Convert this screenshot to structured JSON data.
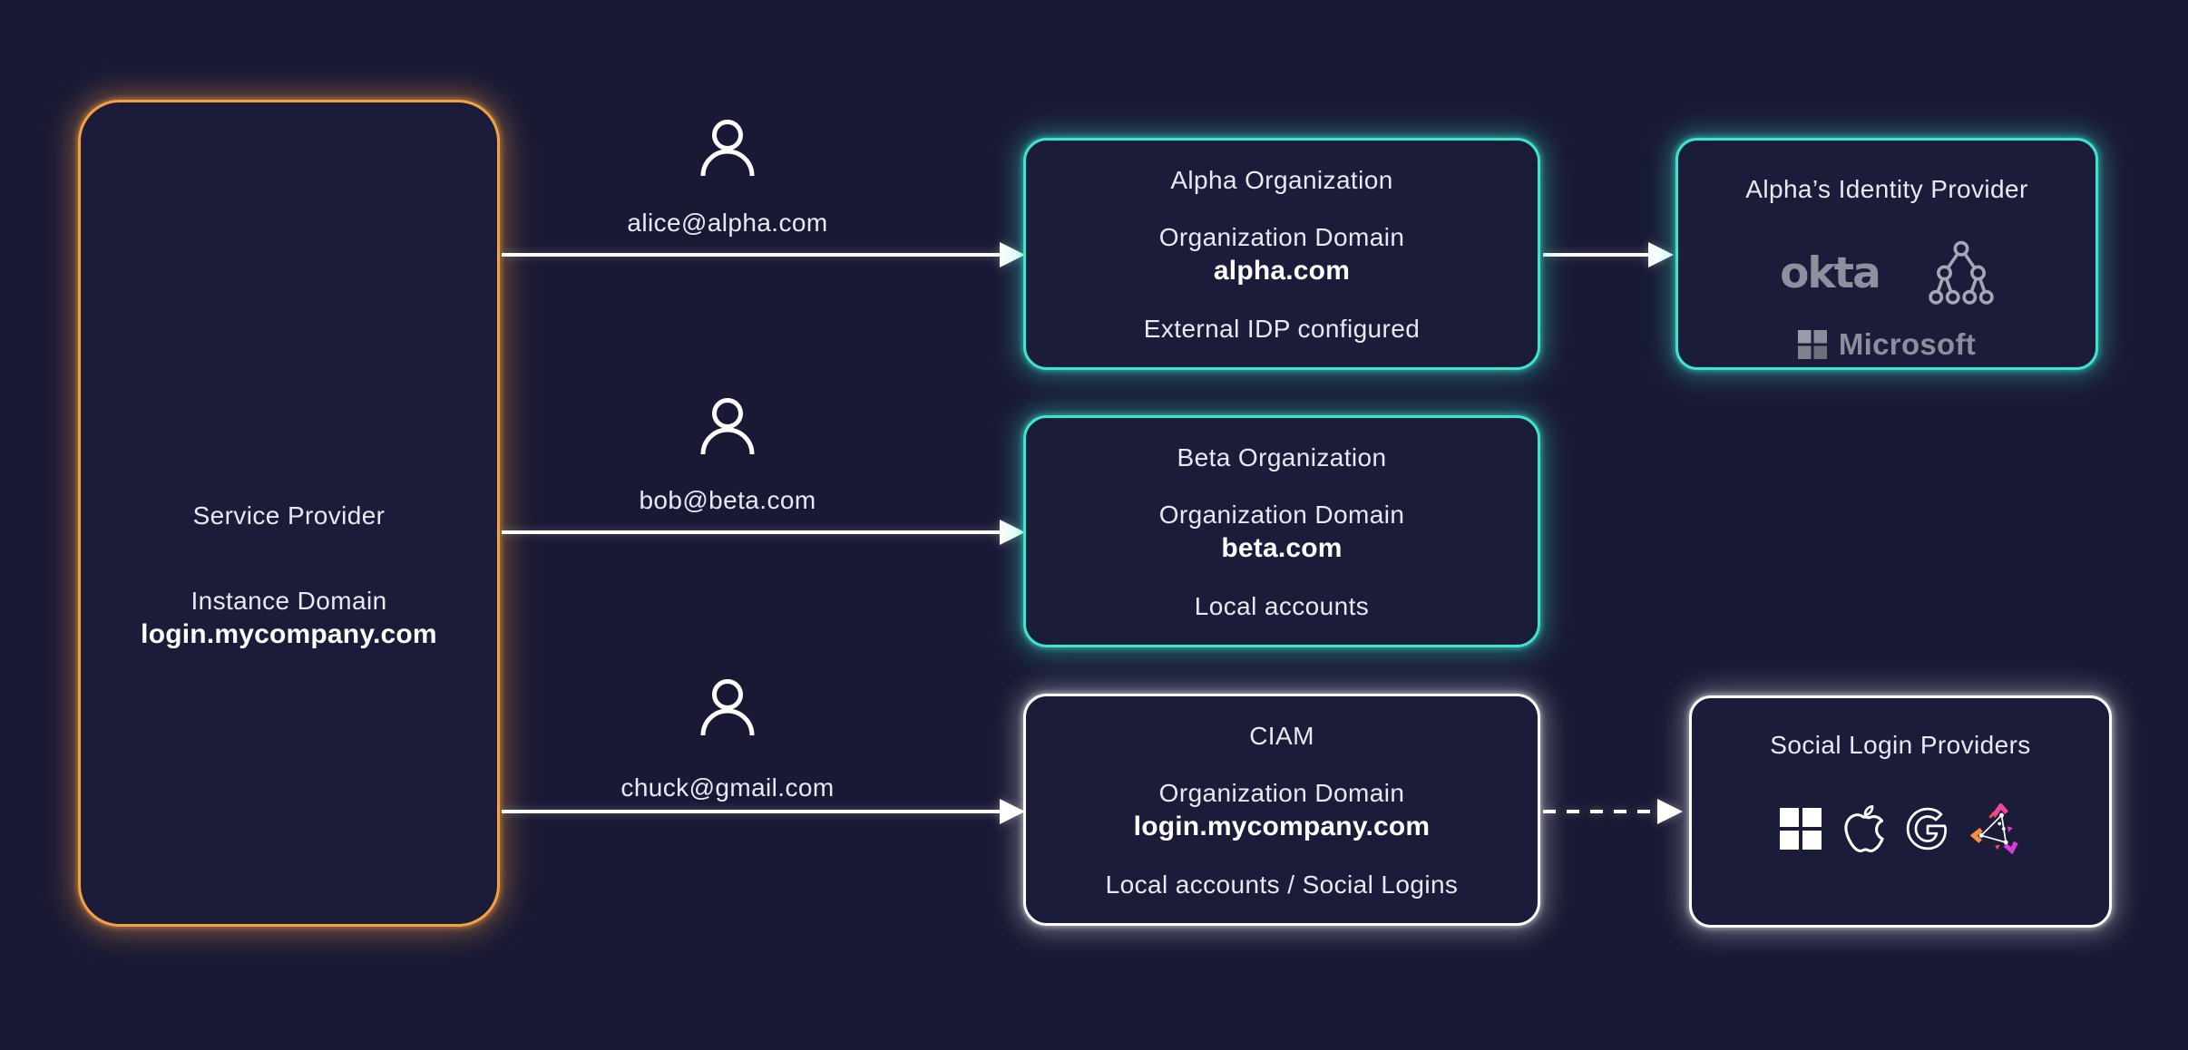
{
  "colors": {
    "background": "#191935",
    "box_fill": "#1b1b3a",
    "orange_accent": "#f5a142",
    "teal_accent": "#3ce5cd",
    "white_accent": "#ffffff",
    "text": "#e9e9f2",
    "muted_logo_gray": "#8f8f9d",
    "zitadel_orange": "#f7913d",
    "zitadel_red": "#ef5350",
    "zitadel_pink": "#f0479c",
    "zitadel_magenta": "#d63ed6"
  },
  "service_provider": {
    "title": "Service Provider",
    "domain_label": "Instance Domain",
    "domain": "login.mycompany.com"
  },
  "users": [
    {
      "icon": "person-icon",
      "email": "alice@alpha.com"
    },
    {
      "icon": "person-icon",
      "email": "bob@beta.com"
    },
    {
      "icon": "person-icon",
      "email": "chuck@gmail.com"
    }
  ],
  "organizations": [
    {
      "title": "Alpha Organization",
      "domain_label": "Organization Domain",
      "domain": "alpha.com",
      "note": "External IDP configured",
      "accent": "teal"
    },
    {
      "title": "Beta Organization",
      "domain_label": "Organization Domain",
      "domain": "beta.com",
      "note": "Local accounts",
      "accent": "teal"
    },
    {
      "title": "CIAM",
      "domain_label": "Organization Domain",
      "domain": "login.mycompany.com",
      "note": "Local accounts / Social Logins",
      "accent": "white"
    }
  ],
  "identity_provider": {
    "title": "Alpha’s Identity Provider",
    "okta_label": "okta",
    "microsoft_label": "Microsoft",
    "icons": [
      "okta-logo",
      "directory-tree-icon",
      "microsoft-logo"
    ],
    "accent": "teal"
  },
  "social_providers": {
    "title": "Social Login Providers",
    "icons": [
      "microsoft-icon",
      "apple-icon",
      "google-icon",
      "zitadel-icon"
    ],
    "accent": "white"
  },
  "connections": [
    {
      "from": "Service Provider",
      "to": "Alpha Organization",
      "style": "solid"
    },
    {
      "from": "Service Provider",
      "to": "Beta Organization",
      "style": "solid"
    },
    {
      "from": "Service Provider",
      "to": "CIAM",
      "style": "solid"
    },
    {
      "from": "Alpha Organization",
      "to": "Alpha’s Identity Provider",
      "style": "solid"
    },
    {
      "from": "CIAM",
      "to": "Social Login Providers",
      "style": "dashed"
    }
  ]
}
